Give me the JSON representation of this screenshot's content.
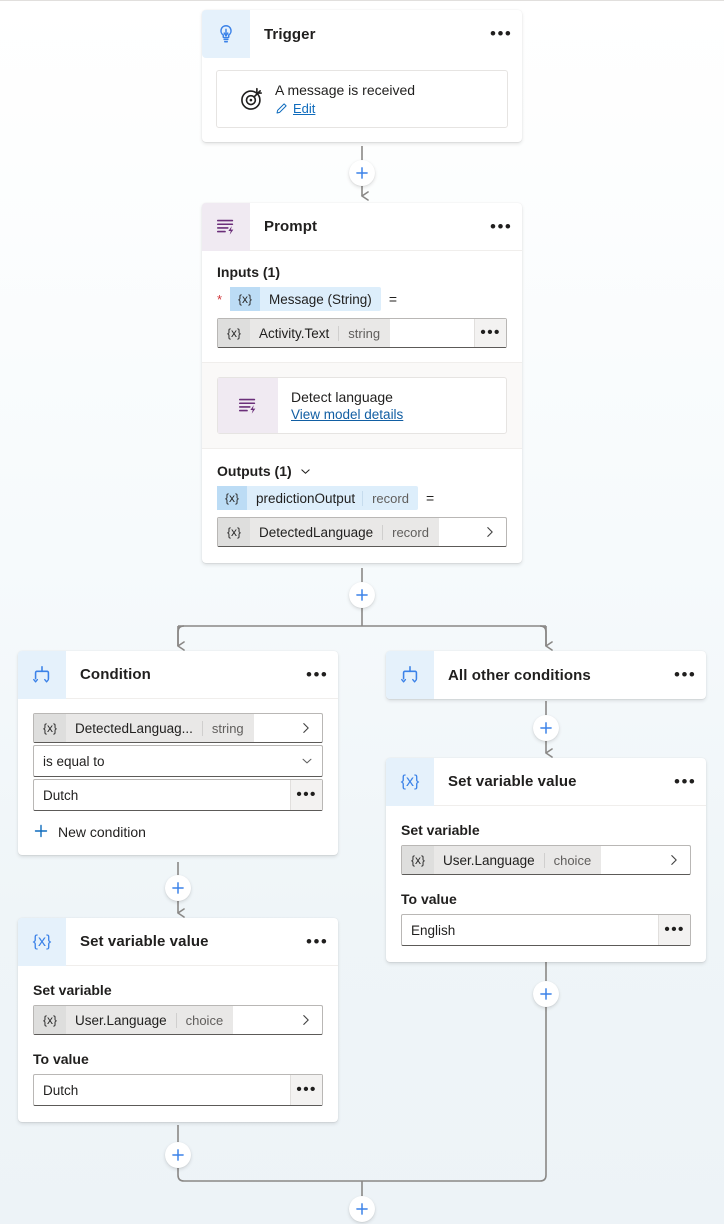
{
  "colors": {
    "accent_blue": "#0f6cbd",
    "icon_blue_bg": "#e5f1fb",
    "icon_purple_bg": "#f0eaf2",
    "purple": "#6b2f7a",
    "required_red": "#d13438",
    "link_blue": "#115ea3",
    "wire_gray": "#8a8886",
    "canvas_bg": "#eff5f8"
  },
  "nodes": {
    "trigger": {
      "title": "Trigger",
      "icon": "trigger-bolt-icon",
      "menu": "•••",
      "tile": {
        "icon": "message-target-icon",
        "title": "A message is received",
        "edit_icon": "pencil-icon",
        "edit_label": "Edit"
      }
    },
    "prompt": {
      "title": "Prompt",
      "icon": "prompt-lines-bolt-icon",
      "menu": "•••",
      "inputs_label": "Inputs (1)",
      "input_param": {
        "required_marker": "*",
        "x_badge": "{x}",
        "name": "Message (String)",
        "equals": "="
      },
      "input_value": {
        "x_badge": "{x}",
        "name": "Activity.Text",
        "type": "string",
        "menu": "•••"
      },
      "model": {
        "icon": "prompt-lines-bolt-icon",
        "title": "Detect language",
        "link": "View model details"
      },
      "outputs_label": "Outputs (1)",
      "outputs_chevron": "chevron-down-icon",
      "output_param": {
        "x_badge": "{x}",
        "name": "predictionOutput",
        "type": "record",
        "equals": "="
      },
      "output_value": {
        "x_badge": "{x}",
        "name": "DetectedLanguage",
        "type": "record",
        "arrow": "chevron-right-icon"
      }
    },
    "condition": {
      "title": "Condition",
      "icon": "branch-icon",
      "menu": "•••",
      "operand": {
        "x_badge": "{x}",
        "name": "DetectedLanguag...",
        "type": "string",
        "arrow": "chevron-right-icon"
      },
      "operator": {
        "value": "is equal to",
        "chevron": "chevron-down-icon"
      },
      "compare_value": {
        "value": "Dutch",
        "menu": "•••"
      },
      "new_condition": {
        "icon": "plus-icon",
        "label": "New condition"
      }
    },
    "all_other_conditions": {
      "title": "All other conditions",
      "icon": "branch-icon",
      "menu": "•••"
    },
    "set_variable_left": {
      "title": "Set variable value",
      "icon": "variable-x-icon",
      "menu": "•••",
      "set_variable_label": "Set variable",
      "variable": {
        "x_badge": "{x}",
        "name": "User.Language",
        "type": "choice",
        "arrow": "chevron-right-icon"
      },
      "to_value_label": "To value",
      "to_value": {
        "value": "Dutch",
        "menu": "•••"
      }
    },
    "set_variable_right": {
      "title": "Set variable value",
      "icon": "variable-x-icon",
      "menu": "•••",
      "set_variable_label": "Set variable",
      "variable": {
        "x_badge": "{x}",
        "name": "User.Language",
        "type": "choice",
        "arrow": "chevron-right-icon"
      },
      "to_value_label": "To value",
      "to_value": {
        "value": "English",
        "menu": "•••"
      }
    }
  },
  "connectors": {
    "add_step_icon": "plus-icon",
    "buttons": [
      "add-step-after-trigger",
      "add-step-after-prompt",
      "add-step-after-all-other-conditions",
      "add-step-after-condition",
      "add-step-after-set-variable-left",
      "add-step-after-set-variable-right",
      "add-step-after-merge"
    ]
  }
}
